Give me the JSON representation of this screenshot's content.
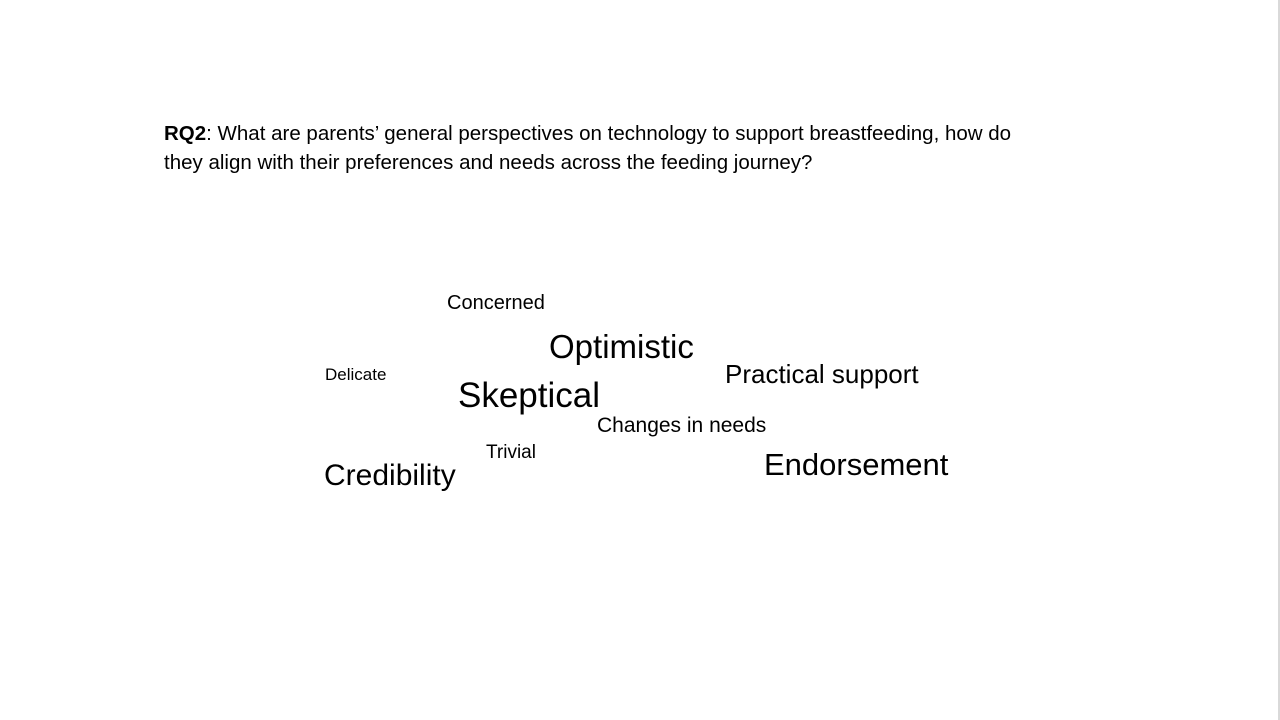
{
  "slide": {
    "question": {
      "label": "RQ2",
      "text_line1": ": What are parents’ general perspectives on technology to support breastfeeding, how do",
      "text_line2": "they align with their preferences and needs across the feeding journey?"
    },
    "word_cloud": {
      "concerned": "Concerned",
      "optimistic": "Optimistic",
      "delicate": "Delicate",
      "practical_support": "Practical support",
      "skeptical": "Skeptical",
      "changes_in_needs": "Changes in needs",
      "trivial": "Trivial",
      "credibility": "Credibility",
      "endorsement": "Endorsement"
    }
  }
}
